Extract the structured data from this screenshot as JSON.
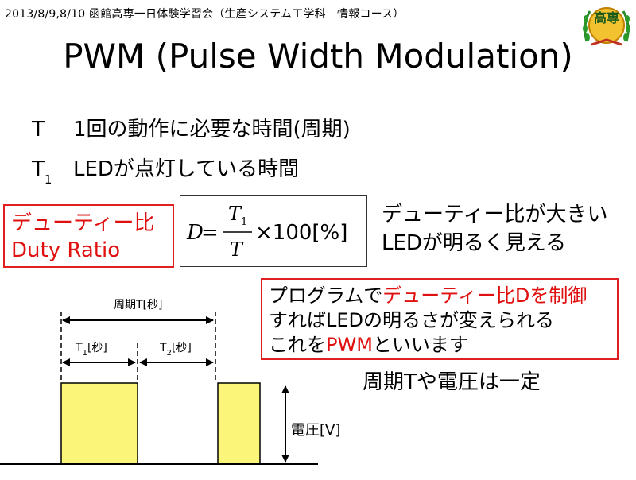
{
  "header": {
    "text": "2013/8/9,8/10  函館高専一日体験学習会（生産システム工学科　情報コース）"
  },
  "logo": {
    "text": "高専"
  },
  "title": "PWM (Pulse Width Modulation)",
  "bullets": [
    {
      "symbol": "T",
      "subscript": "",
      "text": "1回の動作に必要な時間(周期)"
    },
    {
      "symbol": "T",
      "subscript": "1",
      "text": "LEDが点灯している時間"
    }
  ],
  "duty_box": {
    "line1": "デューティー比",
    "line2": "Duty Ratio"
  },
  "formula": {
    "lhs": "D",
    "eq": "=",
    "numerator": "T",
    "numerator_sub": "1",
    "denominator": "T",
    "times": "×100[%]"
  },
  "right_note": {
    "line1": "デューティー比が大きい",
    "line2": "LEDが明るく見える"
  },
  "program_box": {
    "line1_black": "プログラムで",
    "line1_red": "デューティー比Dを制御",
    "line2": "すればLEDの明るさが変えられる",
    "line3_black_a": "これを",
    "line3_red": "PWM",
    "line3_black_b": "といいます"
  },
  "constant_note": "周期Tや電圧は一定",
  "diagram": {
    "period_label": "周期T[秒]",
    "t1_label_main": "T",
    "t1_label_sub": "1",
    "t1_label_unit": "[秒]",
    "t2_label_main": "T",
    "t2_label_sub": "2",
    "t2_label_unit": "[秒]",
    "voltage_label": "電圧[V]",
    "pulse_color": "#fbf67a"
  }
}
